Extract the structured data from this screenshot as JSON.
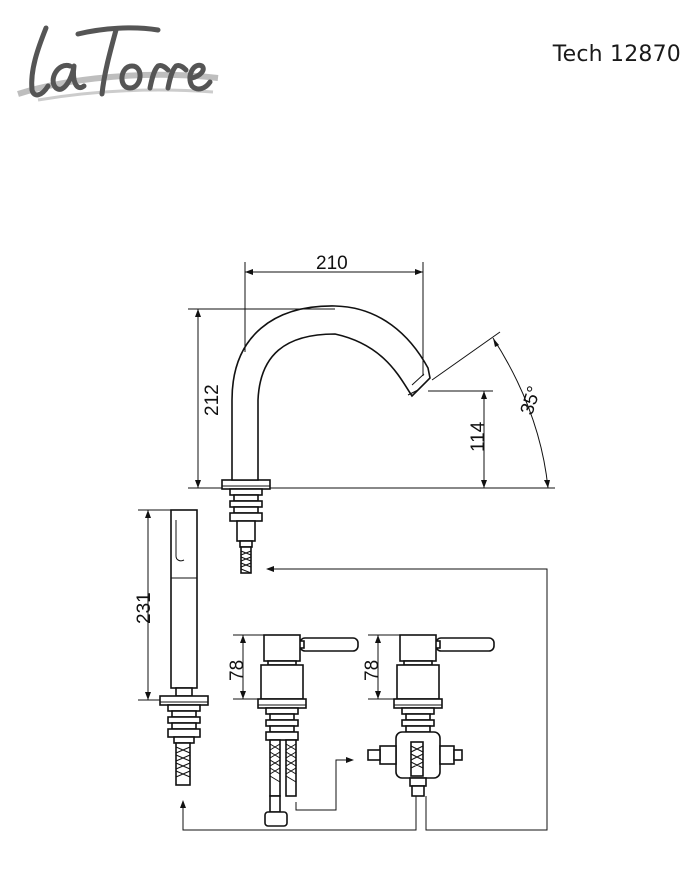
{
  "brand": {
    "logo_text": "laTorre"
  },
  "header": {
    "model": "Tech 12870"
  },
  "dimensions": {
    "spout_reach": "210",
    "spout_height": "212",
    "outlet_height": "114",
    "swivel_angle": "35°",
    "handshower_length": "231",
    "mixer_height": "78",
    "diverter_height": "78"
  }
}
